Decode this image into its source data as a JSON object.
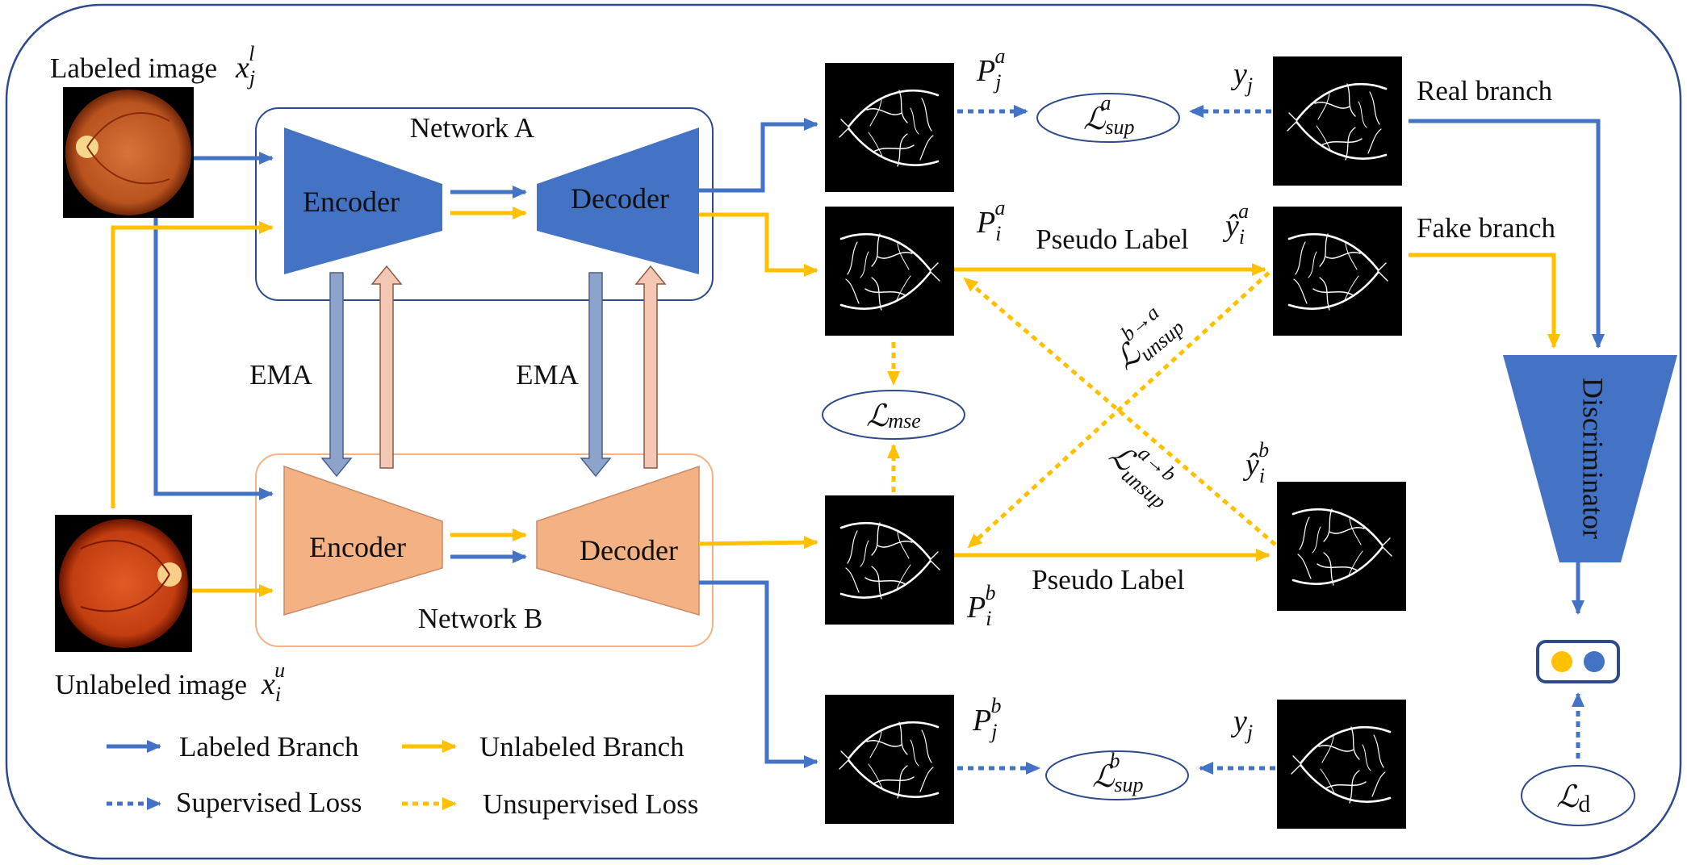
{
  "colors": {
    "labeled": "#4472c4",
    "unlabeled": "#ffc000",
    "network_a_fill": "#4472c4",
    "network_b_fill": "#f4b183",
    "frame": "#2e4a8a",
    "ema_down": "#8ea3c9",
    "ema_up": "#f4c7b4",
    "fundus_dark": "#3a0c00",
    "fundus_light": "#e27a3e",
    "vessel_bg": "#000000",
    "vessel": "#ffffff"
  },
  "inputs": {
    "labeled": {
      "label": "Labeled image",
      "symbol": "x",
      "sub": "j",
      "sup": "l"
    },
    "unlabeled": {
      "label": "Unlabeled image",
      "symbol": "x",
      "sub": "i",
      "sup": "u"
    }
  },
  "networks": {
    "a": {
      "title": "Network A",
      "encoder": "Encoder",
      "decoder": "Decoder"
    },
    "b": {
      "title": "Network B",
      "encoder": "Encoder",
      "decoder": "Decoder"
    }
  },
  "ema": [
    "EMA",
    "EMA"
  ],
  "predictions": {
    "pja": {
      "symbol": "P",
      "sub": "j",
      "sup": "a"
    },
    "pia": {
      "symbol": "P",
      "sub": "i",
      "sup": "a"
    },
    "pib": {
      "symbol": "P",
      "sub": "i",
      "sup": "b"
    },
    "pjb": {
      "symbol": "P",
      "sub": "j",
      "sup": "b"
    }
  },
  "ground_truth": {
    "yj_top": {
      "symbol": "y",
      "sub": "j"
    },
    "yj_bottom": {
      "symbol": "y",
      "sub": "j"
    },
    "yhat_ia": {
      "symbol": "ŷ",
      "sub": "i",
      "sup": "a"
    },
    "yhat_ib": {
      "symbol": "ŷ",
      "sub": "i",
      "sup": "b"
    }
  },
  "losses": {
    "sup_a": {
      "symbol": "ℒ",
      "sub": "sup",
      "sup": "a"
    },
    "sup_b": {
      "symbol": "ℒ",
      "sub": "sup",
      "sup": "b"
    },
    "mse": {
      "symbol": "ℒ",
      "sub": "mse"
    },
    "unsup_ba": {
      "symbol": "ℒ",
      "sub": "unsup",
      "sup": "b→a"
    },
    "unsup_ab": {
      "symbol": "ℒ",
      "sub": "unsup",
      "sup": "a→b"
    },
    "d": {
      "symbol": "ℒ",
      "sub": "d"
    }
  },
  "pseudo_label_top": "Pseudo Label",
  "pseudo_label_bottom": "Pseudo Label",
  "real_branch": "Real branch",
  "fake_branch": "Fake branch",
  "discriminator": "Discriminator",
  "legend": {
    "labeled_branch": "Labeled Branch",
    "unlabeled_branch": "Unlabeled Branch",
    "supervised_loss": "Supervised Loss",
    "unsupervised_loss": "Unsupervised Loss"
  }
}
